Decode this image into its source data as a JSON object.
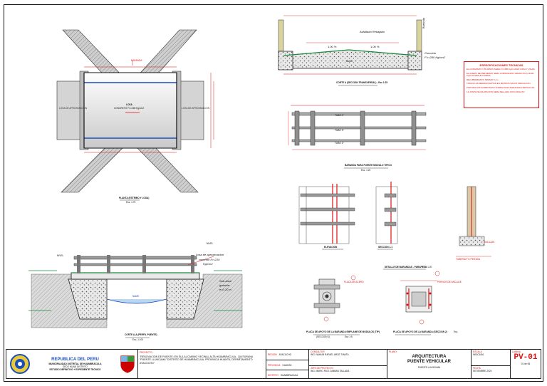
{
  "plan": {
    "caption": "PLANTA (ESTRIBO Y LOSA)",
    "caption_scale": "Esc. 1:75",
    "left_box": "LOSA DE APROXIMACION",
    "right_box": "LOSA DE APROXIMACION",
    "center_label": "LOSA",
    "center_sub": "CONCRETO F'c=280 Kg/cm2",
    "railing_tag": "BARANDA"
  },
  "section": {
    "label_pavement": "Asfaltado Rebajado",
    "label_railing": "Baranda",
    "slope_left": "1.00 %",
    "slope_right": "1.00 %",
    "label_concrete": "Concreto",
    "concrete_spec": "F'c=280 Kg/cm2",
    "center_label": "Tuber",
    "caption": "CORTE A (SECCION TRANSVERSAL) - Esc 1:25"
  },
  "notes": {
    "heading": "ESPECIFICACIONES TECNICAS",
    "items": [
      "EL CONCRETO UTILIZADO SERA F'c=280 Kg/cm2 EN LOSA Y VIGAS",
      "EL ACERO DE REFUERZO SERA CORRUGADO GRADO 60 fy=4200 Kg/cm2 SEGUN NORMA",
      "RECUBRIMIENTO MINIMO 5 cm",
      "TODAS LAS MEDIDAS ESTAN EN METROS SALVO INDICACION",
      "PINTURA ANTICORROSIVA Y ESMALTE EN BARANDAS METALICAS",
      "LA JUNTA DE DILATACION SERA SELLADA CON ASFALTO"
    ]
  },
  "railing_detail": {
    "caption": "BARANDA PARA PUENTE MODULO TIPICO",
    "scale": "Esc. 1:20",
    "pipe_a": "TUBO 4\"",
    "pipe_b": "TUBO 3\"",
    "pipe_c": "TUBO 2\""
  },
  "elevation_detail": {
    "caption": "ELEVACION"
  },
  "section_detail": {
    "caption": "SECCION 1-1"
  },
  "baranda_detail": {
    "caption": "DETALLE DE BARANDAS - PARAPETO",
    "scale": "Esc. 1:20",
    "red_note": "TUBERIA F'G PINTADA",
    "red_note_b": "ANCLAJE"
  },
  "longitudinal": {
    "caption": "CORTE A-A (PERFIL PUENTE)",
    "scale": "Esc. 1:100",
    "callout_title": "Losa de aproximacion",
    "callout_spec_a": "concreto f'c=210",
    "callout_spec_b": "Kg/cm2",
    "right_note_a": "Sub-base",
    "right_note_b": "granular",
    "right_note_c": "e=0.20 m",
    "tag_left": "NIVEL",
    "tag_right": "NIVEL",
    "water_level": "NAME"
  },
  "plate1": {
    "caption": "PLACA DE APOYO DE LA BARANDA EMPLAME DE MODULOS (TIP)",
    "sub": "(SECCION 1)",
    "scale": "Esc 1:5",
    "red_note": "PLACA DE ACERO"
  },
  "plate2": {
    "caption": "PLACA DE APOYO DE LA BARANDA (SECCION 2)",
    "scale": "Esc",
    "red_note": "PERNOS DE ANCLAJE"
  },
  "title_block": {
    "republic": "REPUBLICA DEL PERU",
    "muni_a": "MUNICIPALIDAD DISTRITAL DE HUAMBRACULA",
    "muni_b": "SEDE HUAM DISTRITO",
    "muni_c": "ESTUDIO DEFINITIVO + EXPEDIENTE TECNICO",
    "project_label": "PROYECTO",
    "project_text": "\"RENOVACION DE PUENTE; EN EL(LA) CAMINO VECINAL ALTA HUAMBRACULA - QUITURANA \"PUENTE LLUNCUMA\" DISTRITO DE HUAMBRACULA, PROVINCIA HUANTA, DEPARTAMENTO AYACUCHO\"",
    "region_label": "REGION",
    "region_value": "AYACUCHO",
    "province_label": "PROVINCIA",
    "province_value": "HUANTA",
    "district_label": "DISTRITO",
    "district_value": "HUAMBRACULA",
    "consultant_label": "CONSULTOR",
    "consultant_value": "ING. NAHUM RAFAEL ARCE TIANTA",
    "chief_label": "JEFE DE PROYECTO",
    "chief_value": "ING. MARIO RICE DAMIAN TALLADA",
    "plan_label": "PLANO",
    "plan_title_a": "ARQUITECTURA",
    "plan_title_b": "PUENTE VEHICULAR",
    "plan_sub": "PUENTE LLUNCUMA",
    "scale_label": "ESCALA",
    "scale_value": "INDICADA",
    "date_label": "FECHA",
    "date_value": "SETIEMBRE 2024",
    "sheet_label": "LAMINA",
    "sheet_code": "PV-01",
    "sheet_of": "01 de 06"
  },
  "colors": {
    "red": "#dd1111",
    "blue": "#1b4fb8",
    "green": "#1a8a3a",
    "hatch": "#7a7a7a"
  }
}
